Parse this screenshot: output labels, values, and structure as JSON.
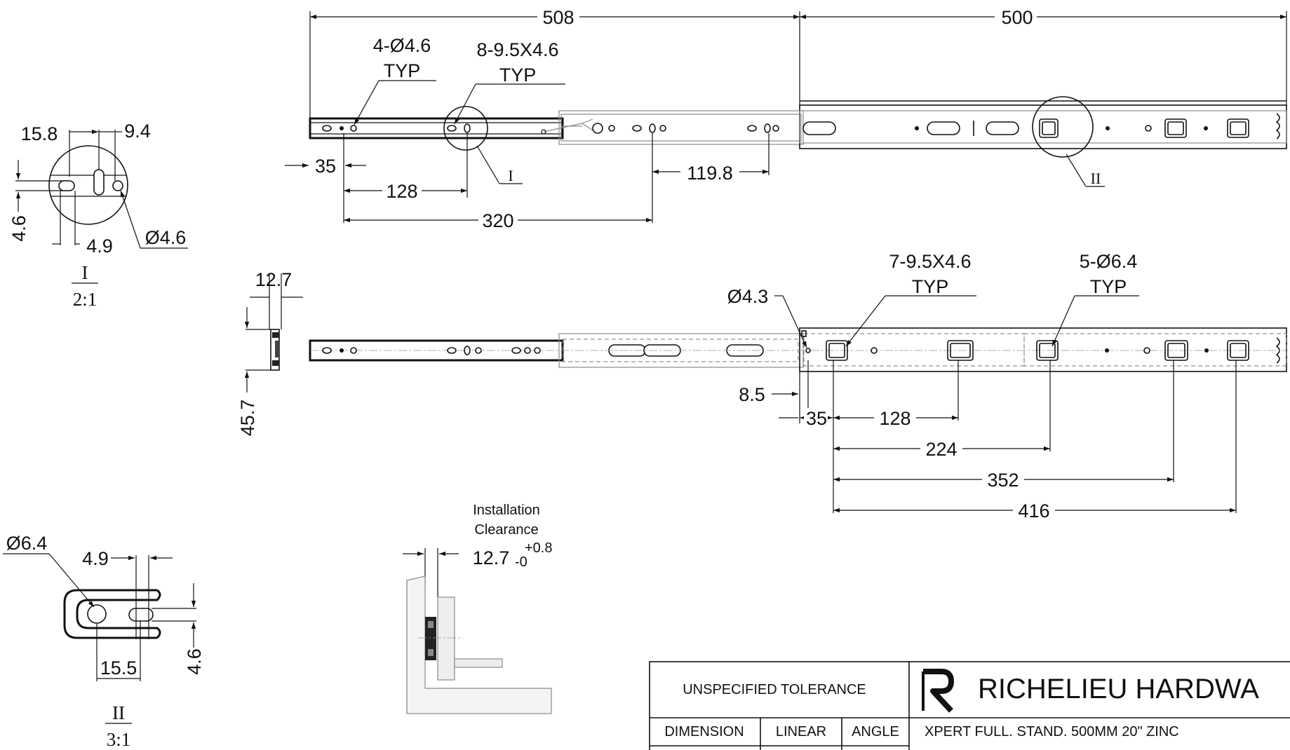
{
  "top_view": {
    "overall_closed": "508",
    "extension": "500",
    "holes_note_line1": "4-Ø4.6",
    "holes_note_line2": "TYP",
    "slots_note_line1": "8-9.5X4.6",
    "slots_note_line2": "TYP",
    "dim_35": "35",
    "dim_128": "128",
    "dim_320": "320",
    "dim_119_8": "119.8",
    "detail_mark_1": "I",
    "detail_mark_2": "II"
  },
  "detail_1": {
    "dim_15_8": "15.8",
    "dim_9_4": "9.4",
    "dim_4_6": "4.6",
    "dim_4_9": "4.9",
    "hole_dia": "Ø4.6",
    "label": "I",
    "scale": "2:1"
  },
  "side_view": {
    "width": "12.7",
    "height": "45.7"
  },
  "bottom_view": {
    "hole_dia": "Ø4.3",
    "slots_note_line1": "7-9.5X4.6",
    "slots_note_line2": "TYP",
    "holes_note_line1": "5-Ø6.4",
    "holes_note_line2": "TYP",
    "dim_8_5": "8.5",
    "dim_35": "35",
    "dim_128": "128",
    "dim_224": "224",
    "dim_352": "352",
    "dim_416": "416"
  },
  "detail_2": {
    "hole_dia": "Ø6.4",
    "dim_4_9": "4.9",
    "dim_4_6": "4.6",
    "dim_15_5": "15.5",
    "label": "II",
    "scale": "3:1"
  },
  "installation": {
    "line1": "Installation",
    "line2": "Clearance",
    "value": "12.7",
    "tol_plus": "+0.8",
    "tol_minus": "-0"
  },
  "title_block": {
    "tolerance_label": "UNSPECIFIED TOLERANCE",
    "col_dimension": "DIMENSION",
    "col_linear": "LINEAR",
    "col_angle": "ANGLE",
    "company": "RICHELIEU HARDWA",
    "description": "XPERT FULL. STAND. 500MM 20\" ZINC",
    "logo_icon": "richelieu-r-logo"
  }
}
